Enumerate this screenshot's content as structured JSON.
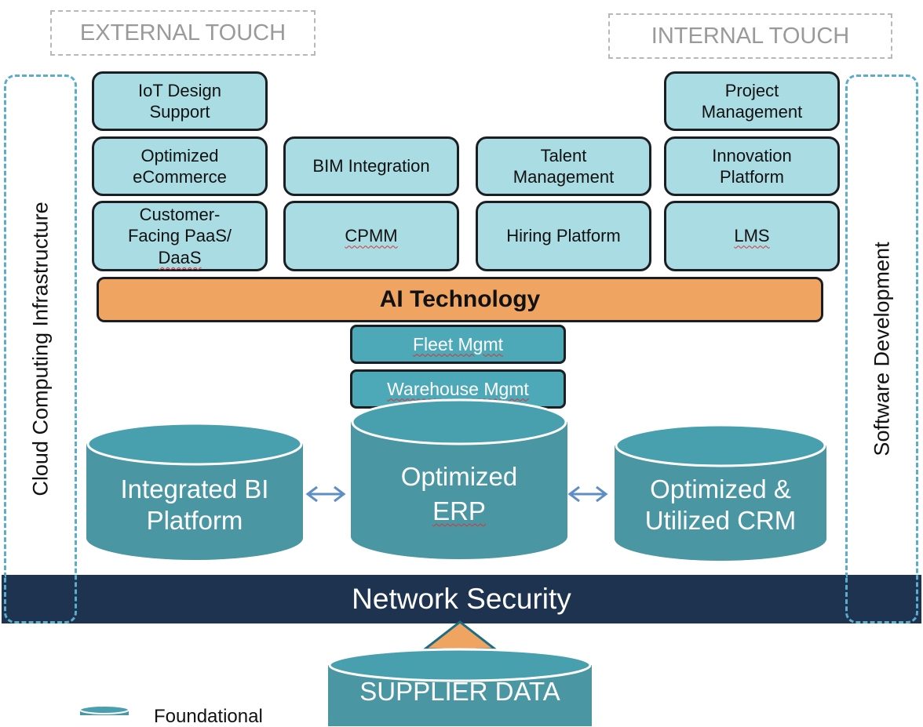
{
  "headers": {
    "external": "EXTERNAL TOUCH",
    "internal": "INTERNAL TOUCH"
  },
  "sides": {
    "left": "Cloud Computing Infrastructure",
    "right": "Software Development"
  },
  "modules": {
    "iot": "IoT Design\nSupport",
    "ecommerce": "Optimized\neCommerce",
    "customer_paas_line1": "Customer-",
    "customer_paas_line2": "Facing PaaS/",
    "customer_paas_line3": "DaaS",
    "bim": "BIM Integration",
    "cpmm": "CPMM",
    "talent": "Talent\nManagement",
    "hiring": "Hiring Platform",
    "project": "Project\nManagement",
    "innovation": "Innovation\nPlatform",
    "lms": "LMS"
  },
  "ai_layer": "AI Technology",
  "erp_modules": {
    "fleet": "Fleet Mgmt",
    "warehouse": "Warehouse Mgmt"
  },
  "databases": {
    "bi": "Integrated BI\nPlatform",
    "erp_line1": "Optimized",
    "erp_line2": "ERP",
    "crm": "Optimized &\nUtilized CRM"
  },
  "network": "Network Security",
  "supplier": "SUPPLIER DATA",
  "legend": {
    "label": "Foundational"
  },
  "colors": {
    "module_fill": "#a9dce3",
    "ai_fill": "#f0a461",
    "db_teal": "#4a96a3",
    "network": "#1d3350",
    "dashed_border": "#5aaecc"
  }
}
